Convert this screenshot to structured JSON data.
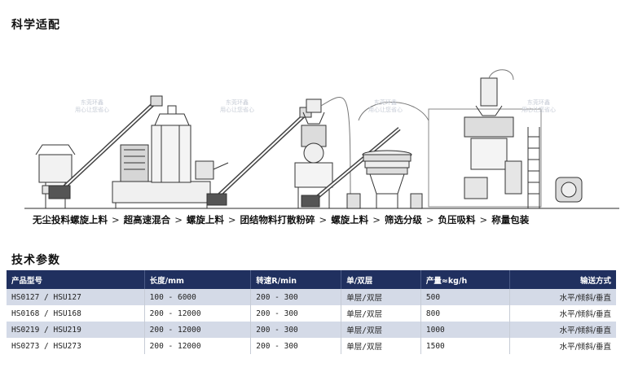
{
  "section_titles": {
    "matching": "科学适配",
    "specs": "技术参数"
  },
  "watermark": [
    "东莞环鑫",
    "用心让您省心"
  ],
  "process_flow": [
    "无尘投料螺旋上料",
    "超高速混合",
    "螺旋上料",
    "团结物料打散粉碎",
    "螺旋上料",
    "筛选分级",
    "负压吸料",
    "称量包装"
  ],
  "flow_separator": ">",
  "table": {
    "headers": [
      "产品型号",
      "长度/mm",
      "转速R/min",
      "单/双层",
      "产量≈kg/h",
      "输送方式"
    ],
    "rows": [
      [
        "HS0127 / HSU127",
        "100 - 6000",
        "200 - 300",
        "单层/双层",
        "500",
        "水平/倾斜/垂直"
      ],
      [
        "HS0168 / HSU168",
        "200 - 12000",
        "200 - 300",
        "单层/双层",
        "800",
        "水平/倾斜/垂直"
      ],
      [
        "HS0219 / HSU219",
        "200 - 12000",
        "200 - 300",
        "单层/双层",
        "1000",
        "水平/倾斜/垂直"
      ],
      [
        "HS0273 / HSU273",
        "200 - 12000",
        "200 - 300",
        "单层/双层",
        "1500",
        "水平/倾斜/垂直"
      ]
    ]
  }
}
